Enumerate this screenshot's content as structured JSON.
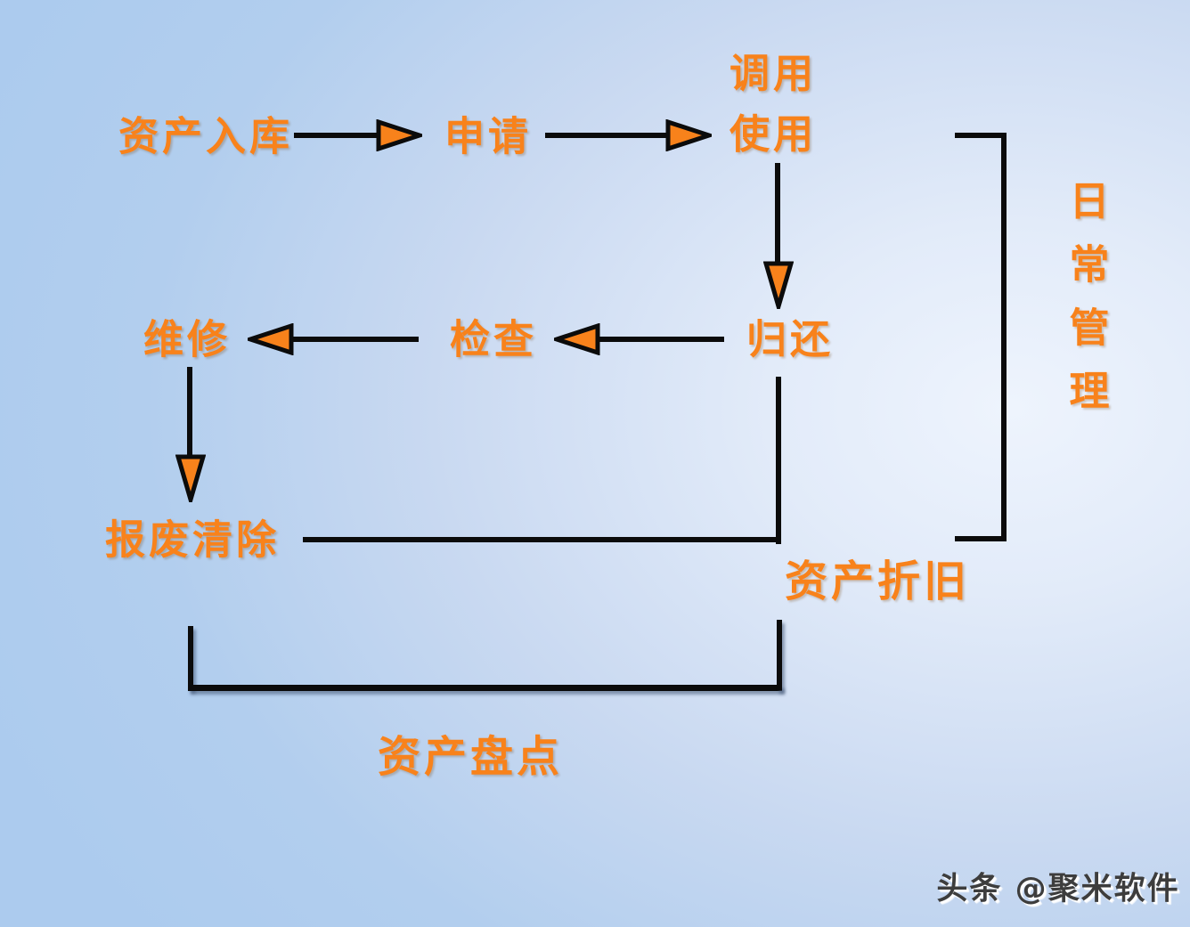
{
  "diagram": {
    "description": "Asset management workflow slide",
    "nodes": {
      "asset_inbound": "资产入库",
      "apply": "申请",
      "use_line1": "调用",
      "use_line2": "使用",
      "return": "归还",
      "inspect": "检查",
      "repair": "维修",
      "scrap": "报废清除",
      "depreciation": "资产折旧",
      "inventory": "资产盘点",
      "daily_management": "日常管理"
    },
    "edges": [
      {
        "from": "资产入库",
        "to": "申请",
        "type": "arrow"
      },
      {
        "from": "申请",
        "to": "调用使用",
        "type": "arrow"
      },
      {
        "from": "调用使用",
        "to": "归还",
        "type": "arrow"
      },
      {
        "from": "归还",
        "to": "检查",
        "type": "arrow"
      },
      {
        "from": "检查",
        "to": "维修",
        "type": "arrow"
      },
      {
        "from": "维修",
        "to": "报废清除",
        "type": "arrow"
      },
      {
        "from": "报废清除",
        "to": "归还",
        "type": "line"
      },
      {
        "from": "报废清除",
        "to": "归还",
        "type": "line",
        "label": "资产盘点"
      },
      {
        "group": [
          "调用使用",
          "归还"
        ],
        "type": "bracket",
        "label": "日常管理"
      }
    ],
    "colors": {
      "background_blue": "#ACCBEE",
      "background_light": "#EEF4FD",
      "text_orange": "#F8821B",
      "line_black": "#0b0b0b",
      "watermark_gray": "#3d3d3d"
    }
  },
  "watermark": {
    "text": "头条 @聚米软件"
  }
}
